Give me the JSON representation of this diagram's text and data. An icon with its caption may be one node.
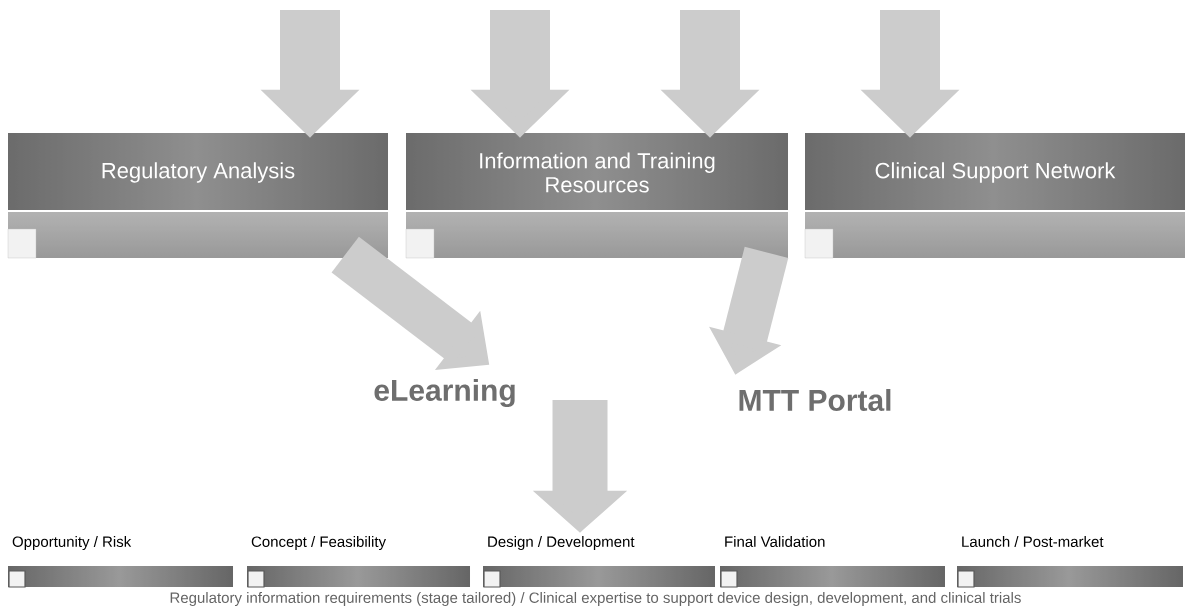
{
  "diagram": {
    "nodes": [
      {
        "text": [
          "Regulatory Analysis"
        ]
      },
      {
        "text": [
          "Information and Training Resources"
        ]
      },
      {
        "text": [
          "Clinical Support Network"
        ]
      },
      {
        "text": [
          "eLearning"
        ]
      },
      {
        "text": [
          "MTT Portal"
        ]
      },
      {
        "text": [
          "Opportunity / Risk"
        ]
      },
      {
        "text": [
          "Concept / Feasibility"
        ]
      },
      {
        "text": [
          "Design / Development"
        ]
      },
      {
        "text": [
          "Final Validation"
        ]
      },
      {
        "text": [
          "Launch / Post-market"
        ]
      }
    ],
    "edges": [
      {
        "from": null,
        "to": 0,
        "arrow": "to"
      },
      {
        "from": null,
        "to": 1,
        "arrow": "to"
      },
      {
        "from": null,
        "to": 1,
        "arrow": "to"
      },
      {
        "from": null,
        "to": 2,
        "arrow": "to"
      },
      {
        "from": 0,
        "to": 3,
        "arrow": "to"
      },
      {
        "from": 1,
        "to": 4,
        "arrow": "to"
      },
      {
        "from": null,
        "to": 7,
        "arrow": "to"
      }
    ],
    "caption": "Regulatory information requirements (stage tailored) / Clinical expertise to support device design, development, and clinical trials"
  }
}
